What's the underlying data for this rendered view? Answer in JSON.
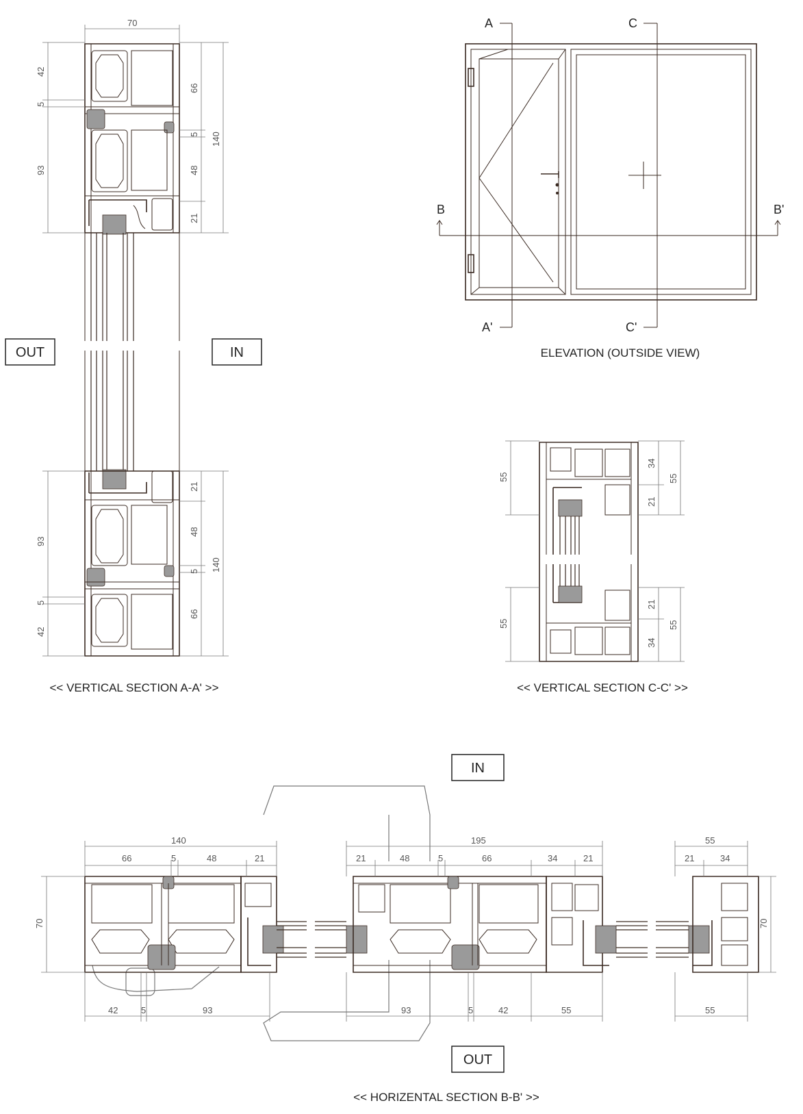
{
  "labels": {
    "out_left": "OUT",
    "in_left": "IN",
    "in_bottom": "IN",
    "out_bottom": "OUT"
  },
  "captions": {
    "elevation": "ELEVATION (OUTSIDE VIEW)",
    "section_aa": "<< VERTICAL SECTION A-A' >>",
    "section_cc": "<< VERTICAL SECTION C-C' >>",
    "section_bb": "<< HORIZENTAL SECTION B-B' >>"
  },
  "markers": {
    "a": "A",
    "a_prime": "A'",
    "b": "B",
    "b_prime": "B'",
    "c": "C",
    "c_prime": "C'"
  },
  "dims_aa": {
    "width": "70",
    "left": [
      "42",
      "5",
      "93",
      "93",
      "5",
      "42"
    ],
    "right_inner": [
      "66",
      "5",
      "48",
      "21",
      "21",
      "48",
      "5",
      "66"
    ],
    "right_outer": [
      "140",
      "140"
    ]
  },
  "dims_cc": {
    "left": [
      "55",
      "55"
    ],
    "right_inner": [
      "34",
      "21",
      "21",
      "34"
    ],
    "right_outer": [
      "55",
      "55"
    ]
  },
  "dims_bb": {
    "top_left_total": "140",
    "top_left_parts": [
      "66",
      "5",
      "48",
      "21"
    ],
    "top_mid_total": "195",
    "top_mid_parts": [
      "21",
      "48",
      "5",
      "66",
      "34",
      "21"
    ],
    "top_right_total": "55",
    "top_right_parts": [
      "21",
      "34"
    ],
    "side_left": "70",
    "side_right": "70",
    "bottom_left": [
      "42",
      "5",
      "93"
    ],
    "bottom_mid": [
      "93",
      "5",
      "42",
      "55"
    ],
    "bottom_right": "55"
  }
}
